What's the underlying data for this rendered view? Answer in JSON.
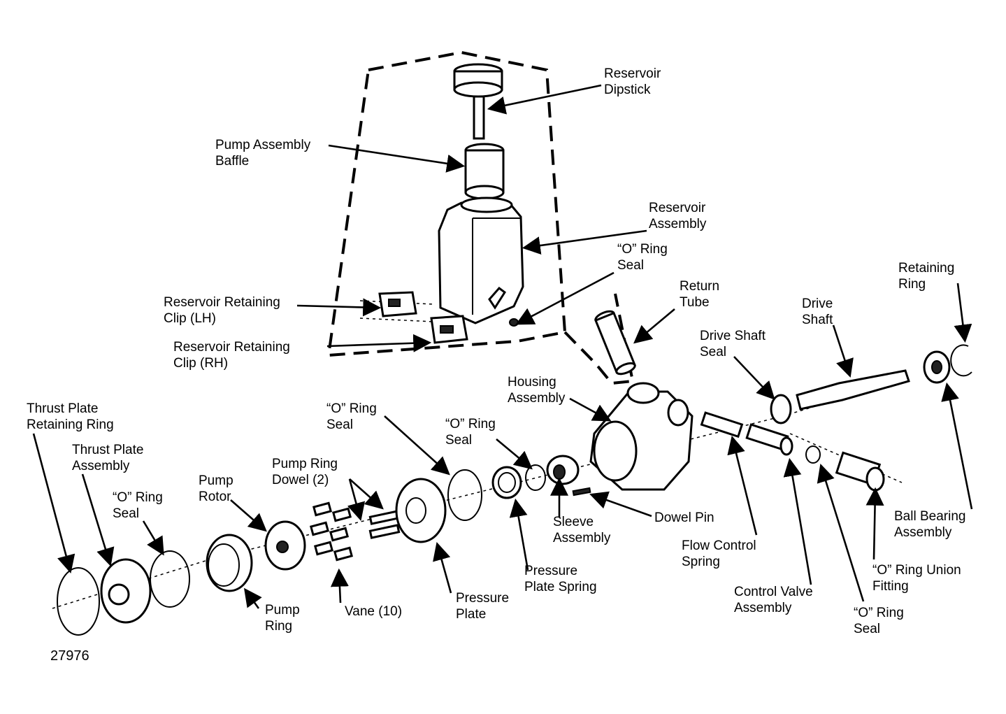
{
  "figure_number": "27976",
  "labels": {
    "reservoir_dipstick": [
      "Reservoir",
      "Dipstick"
    ],
    "pump_assembly_baffle": [
      "Pump Assembly",
      "Baffle"
    ],
    "reservoir_assembly": [
      "Reservoir",
      "Assembly"
    ],
    "o_ring_seal_top": [
      "“O” Ring",
      "Seal"
    ],
    "return_tube": [
      "Return",
      "Tube"
    ],
    "retaining_ring": [
      "Retaining",
      "Ring"
    ],
    "drive_shaft": [
      "Drive",
      "Shaft"
    ],
    "drive_shaft_seal": [
      "Drive Shaft",
      "Seal"
    ],
    "reservoir_retaining_clip_lh": [
      "Reservoir Retaining",
      "Clip (LH)"
    ],
    "reservoir_retaining_clip_rh": [
      "Reservoir Retaining",
      "Clip (RH)"
    ],
    "housing_assembly": [
      "Housing",
      "Assembly"
    ],
    "thrust_plate_retaining_ring": [
      "Thrust Plate",
      "Retaining Ring"
    ],
    "thrust_plate_assembly": [
      "Thrust Plate",
      "Assembly"
    ],
    "o_ring_seal_left": [
      "“O” Ring",
      "Seal"
    ],
    "pump_rotor": [
      "Pump",
      "Rotor"
    ],
    "pump_ring_dowel": [
      "Pump Ring",
      "Dowel (2)"
    ],
    "o_ring_seal_mid1": [
      "“O” Ring",
      "Seal"
    ],
    "o_ring_seal_mid2": [
      "“O” Ring",
      "Seal"
    ],
    "pump_ring": [
      "Pump",
      "Ring"
    ],
    "vane": [
      "Vane (10)"
    ],
    "pressure_plate": [
      "Pressure",
      "Plate"
    ],
    "pressure_plate_spring": [
      "Pressure",
      "Plate Spring"
    ],
    "sleeve_assembly": [
      "Sleeve",
      "Assembly"
    ],
    "dowel_pin": [
      "Dowel Pin"
    ],
    "flow_control_spring": [
      "Flow Control",
      "Spring"
    ],
    "control_valve_assembly": [
      "Control Valve",
      "Assembly"
    ],
    "o_ring_seal_right": [
      "“O” Ring",
      "Seal"
    ],
    "o_ring_union_fitting": [
      "“O” Ring Union",
      "Fitting"
    ],
    "ball_bearing_assembly": [
      "Ball Bearing",
      "Assembly"
    ]
  }
}
